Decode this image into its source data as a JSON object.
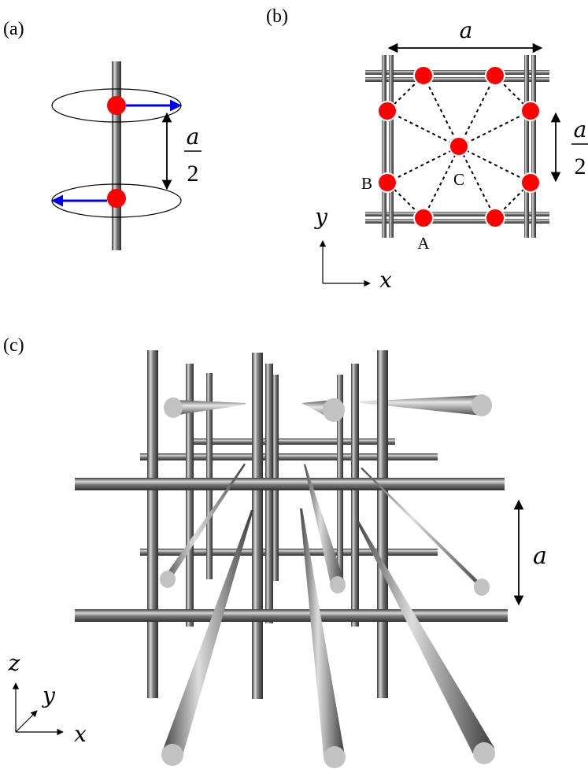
{
  "panels": {
    "a": {
      "label": "(a)",
      "spacing_numerator": "a",
      "spacing_denominator": "2"
    },
    "b": {
      "label": "(b)",
      "top_dimension": "a",
      "side_numerator": "a",
      "side_denominator": "2",
      "site_labels": [
        "A",
        "B",
        "C"
      ],
      "axis_x": "x",
      "axis_y": "y"
    },
    "c": {
      "label": "(c)",
      "dimension": "a",
      "axis_x": "x",
      "axis_y": "y",
      "axis_z": "z"
    }
  },
  "colors": {
    "atom": "#ff0000",
    "spin_arrow": "#0000ee",
    "rod": "#777777",
    "bond": "#000000"
  }
}
